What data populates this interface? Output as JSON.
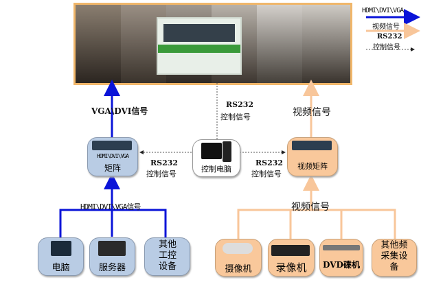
{
  "legend": {
    "hdmi": "HDMI\\DVI\\VGA",
    "video": "视频信号",
    "rs232": "RS232",
    "control": "控制信号"
  },
  "colors": {
    "blue": "#0a14d8",
    "orange": "#f8c69a",
    "dashed": "#555555"
  },
  "top_links": {
    "vga_dvi": "VGA\\DVI信号",
    "rs232": "RS232",
    "control": "控制信号",
    "video": "视频信号"
  },
  "matrix_left": {
    "line1": "HDMI\\DVI\\VGA",
    "line2": "矩阵"
  },
  "control_pc": {
    "label": "控制电脑"
  },
  "matrix_right": {
    "label": "视频矩阵"
  },
  "side_links": {
    "left_rs232": "RS232",
    "left_control": "控制信号",
    "right_rs232": "RS232",
    "right_control": "控制信号"
  },
  "bottom_left": {
    "signal": "HDMI\\DVI\\VGA信号",
    "devices": [
      "电脑",
      "服务器",
      "其他工控设备"
    ]
  },
  "bottom_right": {
    "signal": "视频信号",
    "devices": [
      "摄像机",
      "录像机",
      "DVD碟机",
      "其他频采集设备"
    ]
  }
}
